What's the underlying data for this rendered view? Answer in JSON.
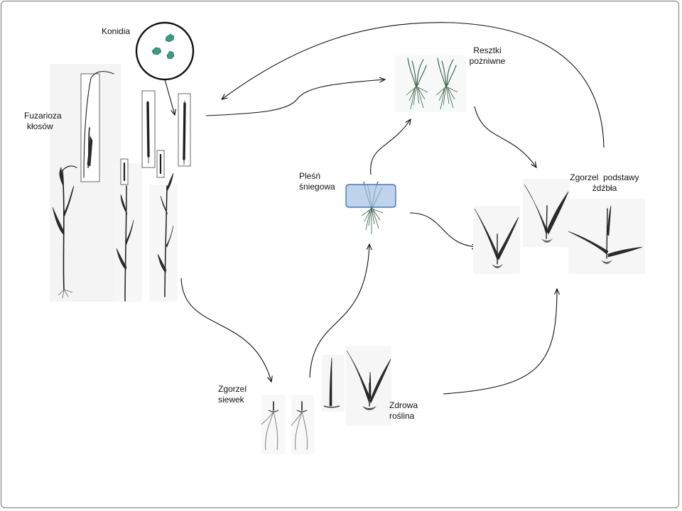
{
  "diagram": {
    "labels": {
      "konidia": "Konidia",
      "fuzarioza_line1": "Fuzarioza",
      "fuzarioza_line2": "kłosów",
      "resztki_line1": "Resztki",
      "resztki_line2": "pożniwne",
      "plesn_line1": "Pleśń",
      "plesn_line2": "śniegowa",
      "zgorzel_podstawy_line1": "Zgorzel  podstawy",
      "zgorzel_podstawy_line2": "źdźbła",
      "zgorzel_siewek_line1": "Zgorzel",
      "zgorzel_siewek_line2": "siewek",
      "zdrowa_line1": "Zdrowa",
      "zdrowa_line2": "roślina"
    },
    "colors": {
      "conidia": "#3d9b84",
      "snow_box_fill": "#a9c4e6",
      "snow_box_stroke": "#4a76b0",
      "plant_green": "#2e5a45",
      "plant_dark": "#1e1e1e",
      "frame": "#777777"
    }
  }
}
